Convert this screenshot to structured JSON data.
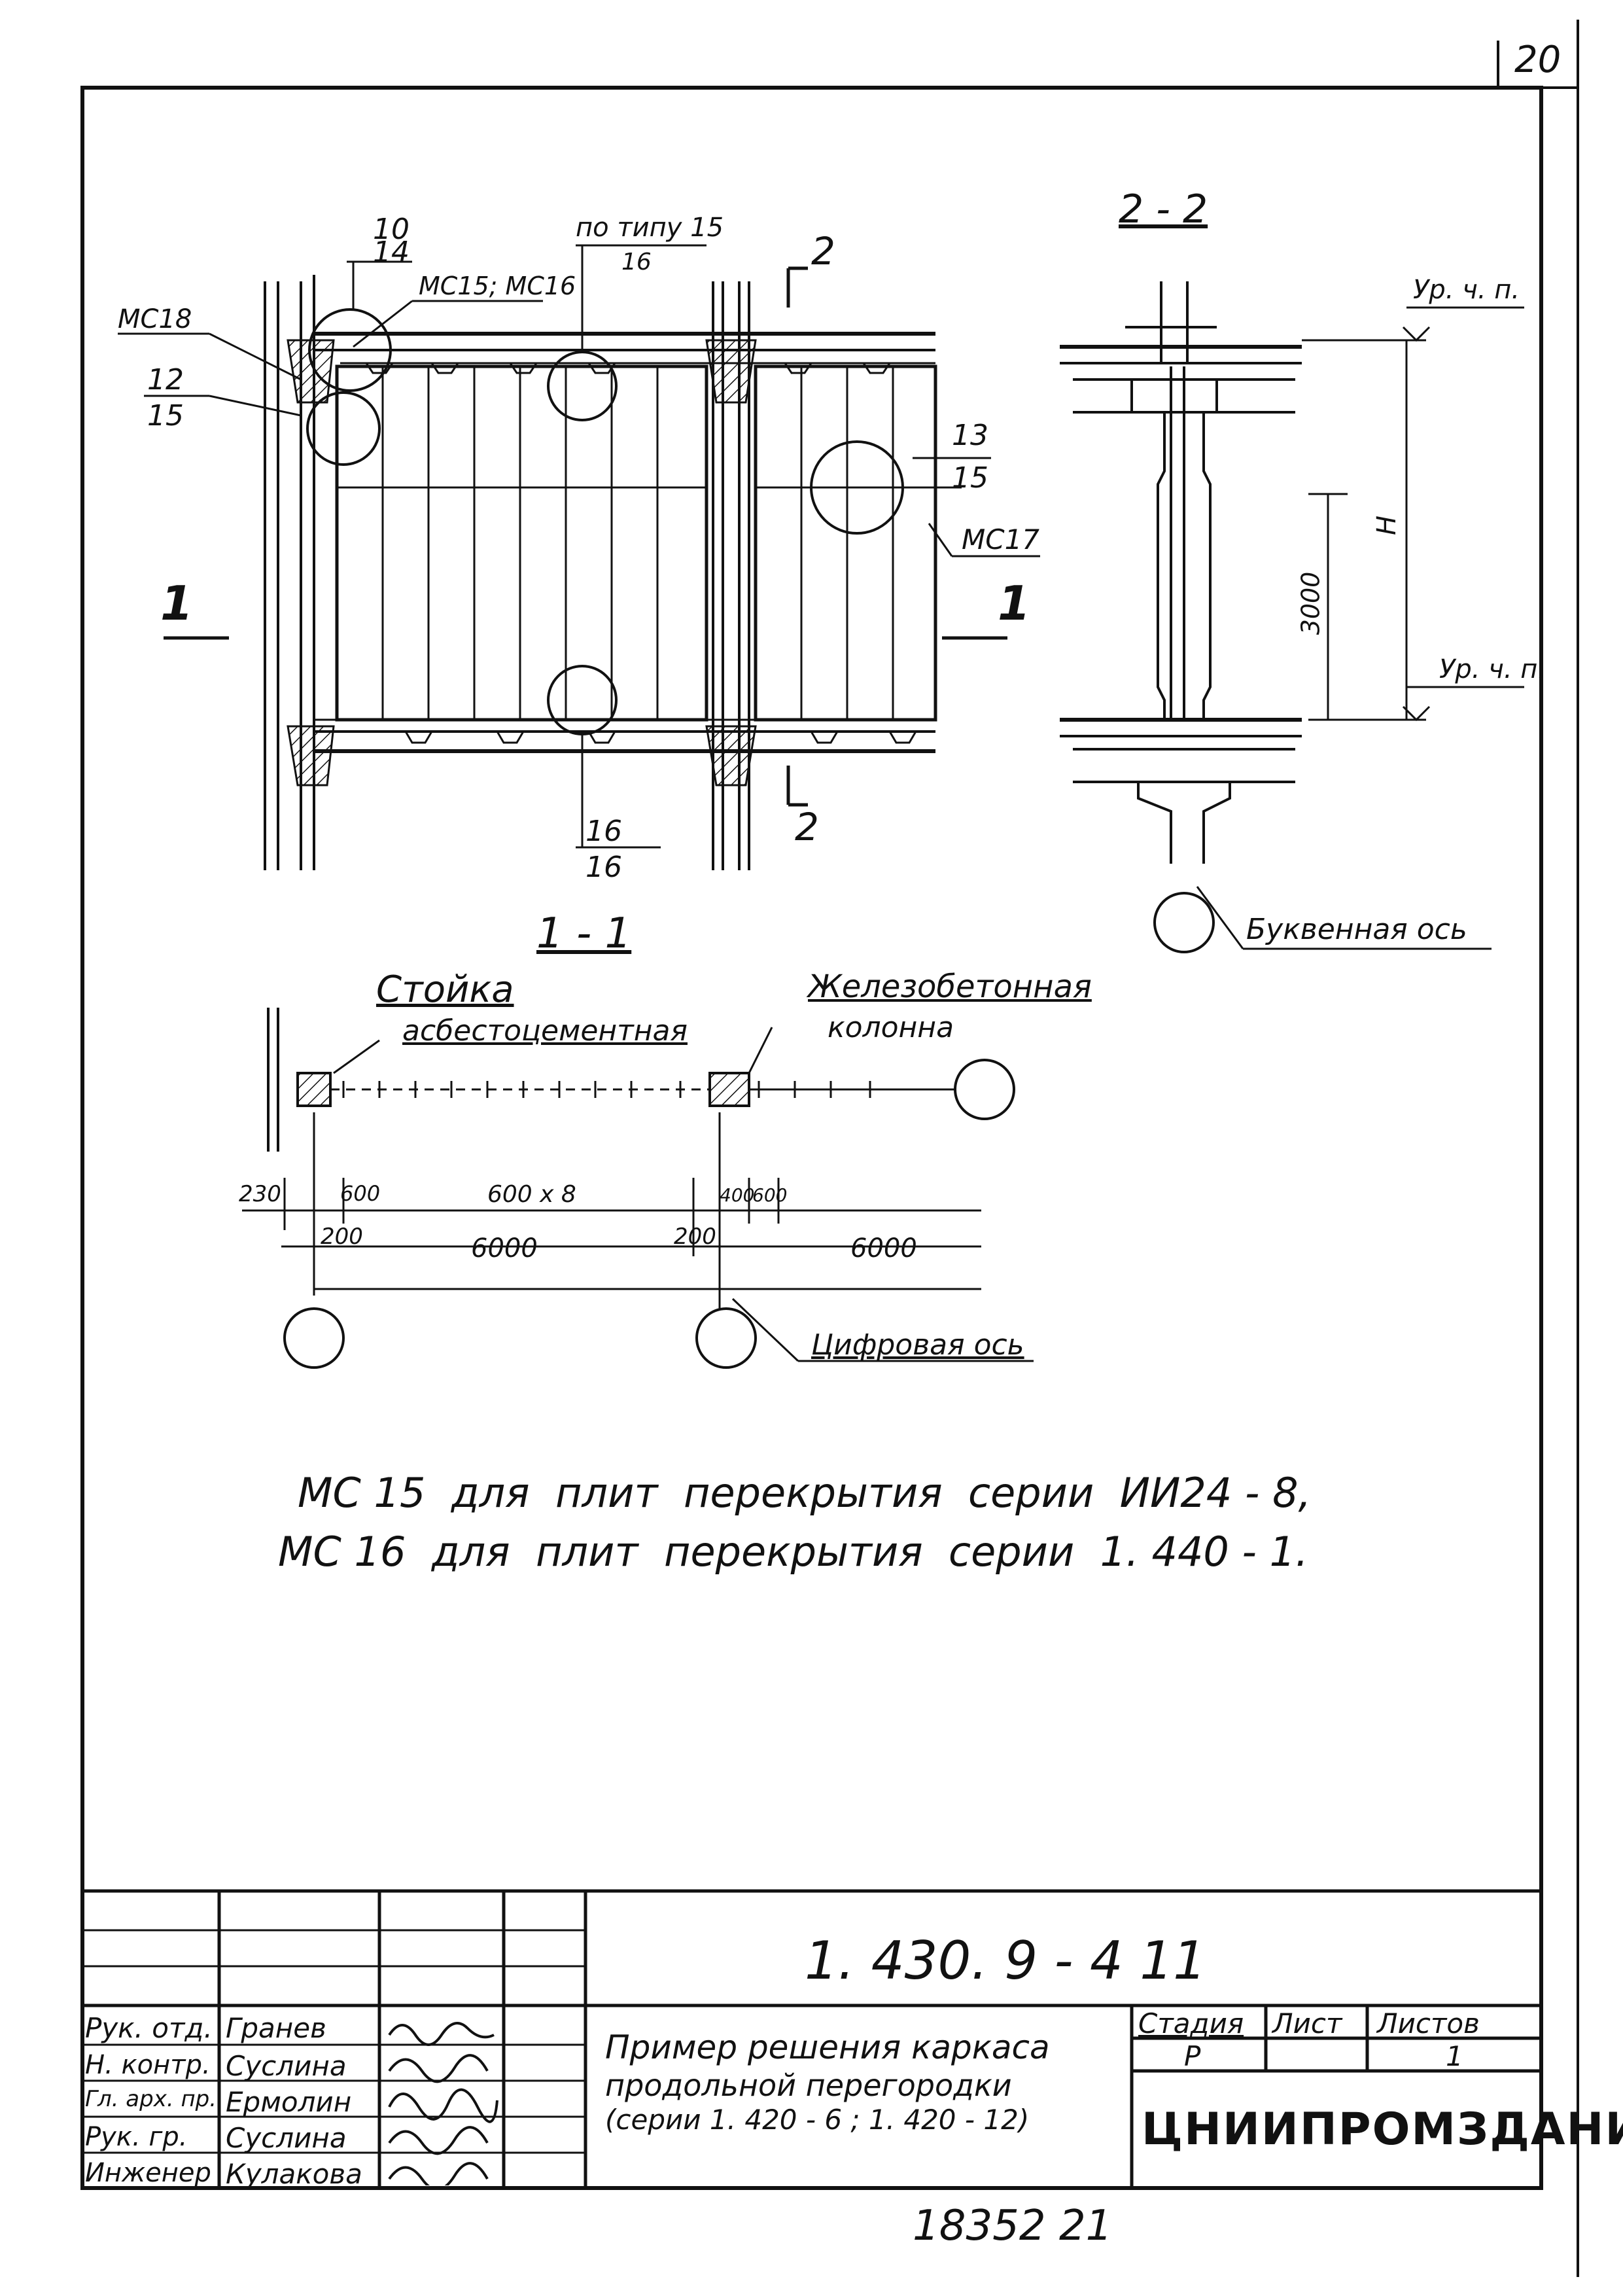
{
  "sheet": {
    "corner_number": "20",
    "bottom_number": "18352 21"
  },
  "drawing_main": {
    "callout_10_14": {
      "top": "10",
      "bottom": "14"
    },
    "callout_mc15_mc16": "МС15; МС16",
    "callout_mc18": "МС18",
    "callout_12_15": {
      "top": "12",
      "bottom": "15"
    },
    "callout_type15_16": {
      "top": "по типу 15",
      "bottom": "16"
    },
    "callout_13_15": {
      "top": "13",
      "bottom": "15"
    },
    "callout_mc17": "МС17",
    "callout_16_16": {
      "top": "16",
      "bottom": "16"
    },
    "section_mark_2": "2",
    "section_mark_1": "1"
  },
  "section_2_2": {
    "title": "2 - 2",
    "level_top": "Ур. ч. п.",
    "level_bottom": "Ур. ч. п.",
    "dim_h": "Н",
    "dim_3000": "3000",
    "axis_label": "Буквенная ось"
  },
  "section_1_1": {
    "title": "1 - 1",
    "label_stoika_line1": "Стойка",
    "label_stoika_line2": "асбестоцементная",
    "label_column_line1": "Железобетонная",
    "label_column_line2": "колонна",
    "dim_230": "230",
    "dim_600a": "600",
    "dim_600x8": "600 x 8",
    "dim_400": "400",
    "dim_600b": "600",
    "dim_200a": "200",
    "dim_6000a": "6000",
    "dim_200b": "200",
    "dim_6000b": "6000",
    "axis_label": "Цифровая ось"
  },
  "notes": {
    "line1": "МС 15  для  плит  перекрытия  серии  ИИ24 - 8,",
    "line2": "МС 16  для  плит  перекрытия  серии  1. 440 - 1."
  },
  "title_block": {
    "code": "1. 430. 9 - 4 11",
    "description_line1": "Пример решения каркаса",
    "description_line2": "продольной перегородки",
    "description_line3": "(серии 1. 420 - 6 ; 1. 420 - 12)",
    "stage_header": "Стадия",
    "sheet_header": "Лист",
    "sheets_header": "Листов",
    "stage_value": "Р",
    "sheets_value": "1",
    "organization": "ЦНИИПРОМЗДАНИЙ",
    "roles": [
      {
        "role": "Рук. отд.",
        "name": "Гранев"
      },
      {
        "role": "Н. контр.",
        "name": "Суслина"
      },
      {
        "role": "Гл. арх. пр.",
        "name": "Ермолин"
      },
      {
        "role": "Рук. гр.",
        "name": "Суслина"
      },
      {
        "role": "Инженер",
        "name": "Кулакова"
      }
    ]
  }
}
